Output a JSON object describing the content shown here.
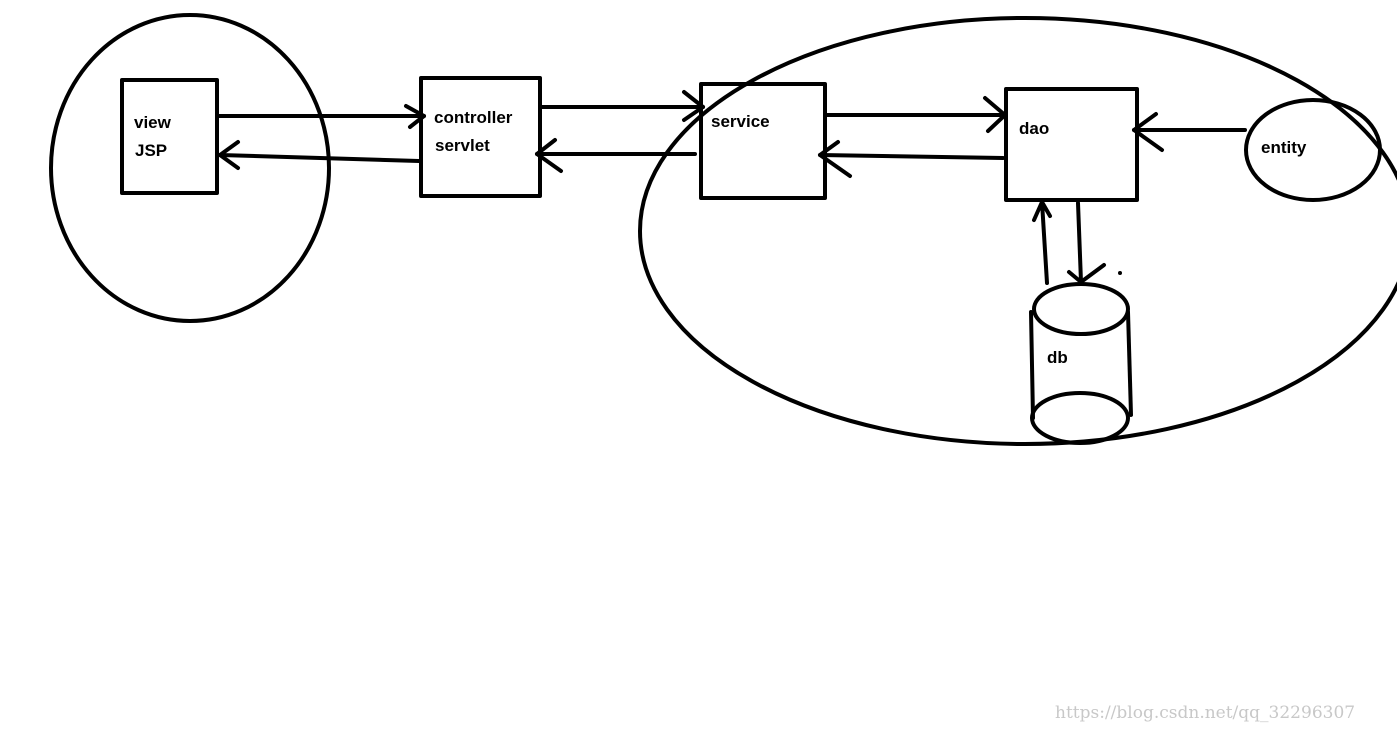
{
  "nodes": {
    "view": {
      "line1": "view",
      "line2": "JSP"
    },
    "controller": {
      "line1": "controller",
      "line2": "servlet"
    },
    "service": {
      "label": "service"
    },
    "dao": {
      "label": "dao"
    },
    "entity": {
      "label": "entity"
    },
    "db": {
      "label": "db"
    }
  },
  "watermark": "https://blog.csdn.net/qq_32296307",
  "colors": {
    "ink": "#000000",
    "watermark": "#c8c8c8",
    "background": "#ffffff"
  }
}
